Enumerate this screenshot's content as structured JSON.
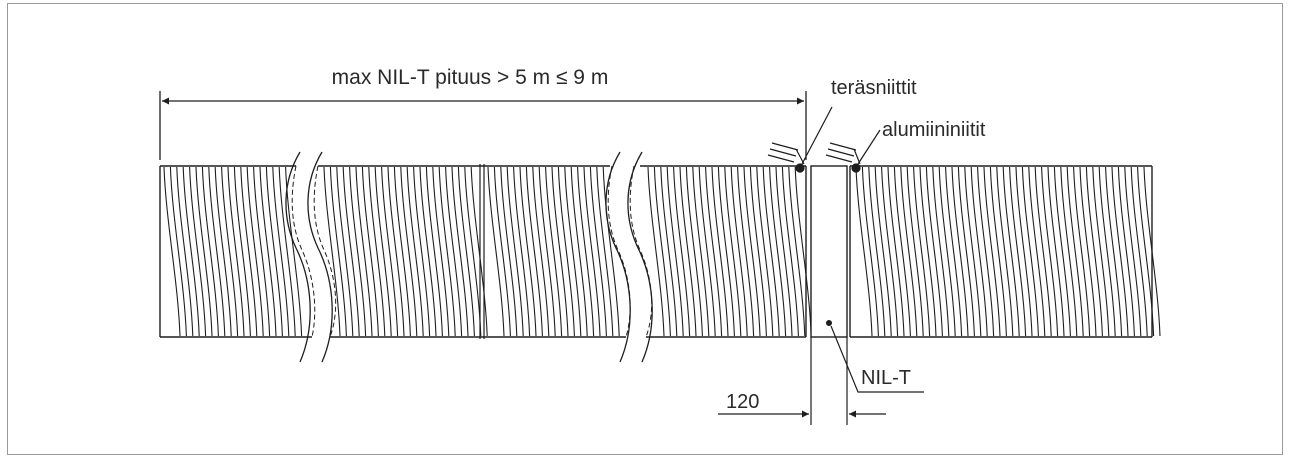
{
  "labels": {
    "max_length": "max NIL-T pituus > 5 m ≤ 9 m",
    "steel_rivets": "teräsniittit",
    "aluminium_rivets": "alumiininiitit",
    "part_name": "NIL-T",
    "gap_dimension": "120"
  },
  "colors": {
    "line": "#1e1e1e",
    "frame": "#9a9a9a",
    "background": "#ffffff"
  }
}
